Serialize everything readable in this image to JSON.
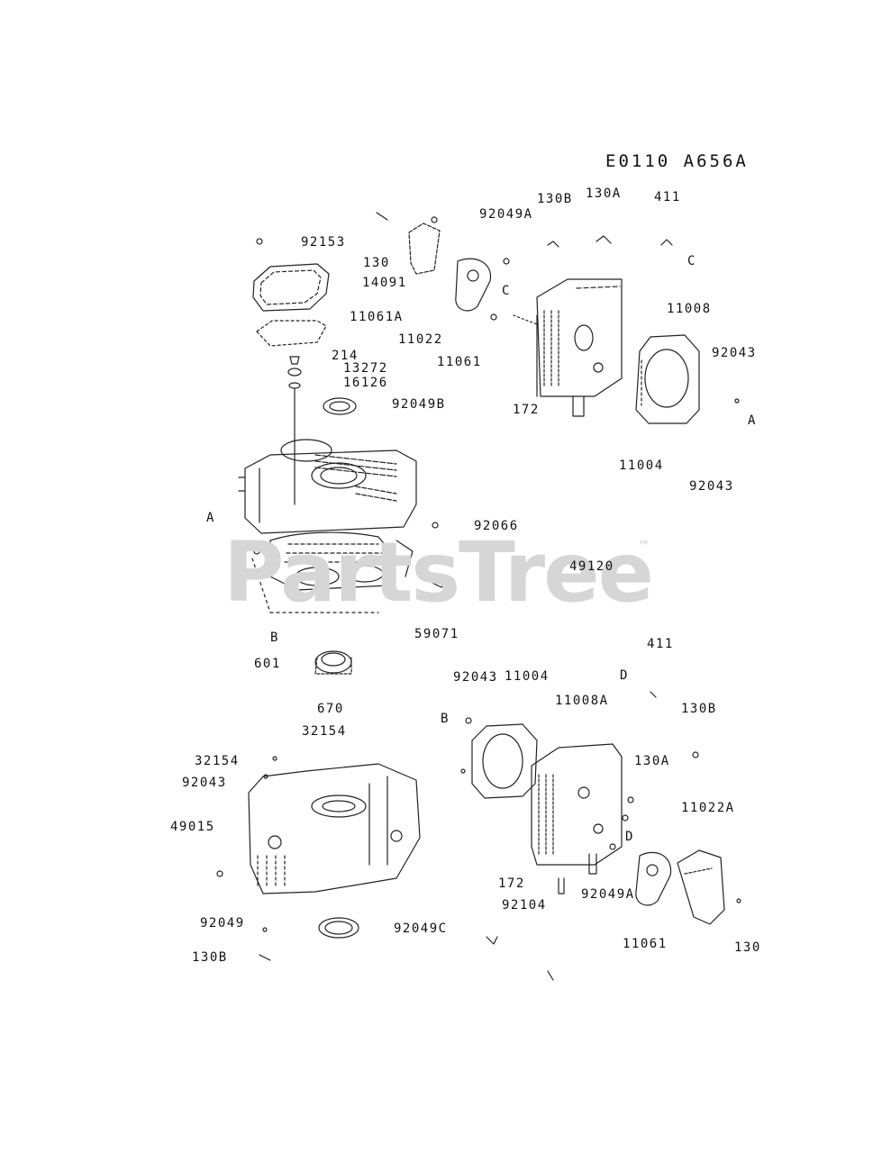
{
  "diagram_code": "E0110 A656A",
  "watermark": {
    "text": "PartsTree",
    "trademark": "™"
  },
  "labels": {
    "l_130B_top": "130B",
    "l_130A_top": "130A",
    "l_411_top": "411",
    "l_92049A_top": "92049A",
    "l_92153": "92153",
    "l_130_top": "130",
    "l_14091": "14091",
    "l_C_right": "C",
    "l_C_mid": "C",
    "l_11008": "11008",
    "l_11061A": "11061A",
    "l_11022": "11022",
    "l_214": "214",
    "l_13272": "13272",
    "l_11061_top": "11061",
    "l_92043_r1": "92043",
    "l_16126": "16126",
    "l_92049B": "92049B",
    "l_172_top": "172",
    "l_A_right": "A",
    "l_11004_top": "11004",
    "l_92043_r2": "92043",
    "l_A_left": "A",
    "l_92066": "92066",
    "l_49120": "49120",
    "l_B_upper": "B",
    "l_59071": "59071",
    "l_411_mid": "411",
    "l_601": "601",
    "l_92043_mid": "92043",
    "l_11004_mid": "11004",
    "l_D_upper": "D",
    "l_11008A": "11008A",
    "l_670": "670",
    "l_130B_mid": "130B",
    "l_B_lower": "B",
    "l_32154_a": "32154",
    "l_32154_b": "32154",
    "l_130A_mid": "130A",
    "l_92043_left": "92043",
    "l_11022A": "11022A",
    "l_49015": "49015",
    "l_D_lower": "D",
    "l_172_bottom": "172",
    "l_92104": "92104",
    "l_92049A_bottom": "92049A",
    "l_92049": "92049",
    "l_92049C": "92049C",
    "l_11061_bottom": "11061",
    "l_130B_bottom": "130B",
    "l_130_bottom": "130"
  }
}
